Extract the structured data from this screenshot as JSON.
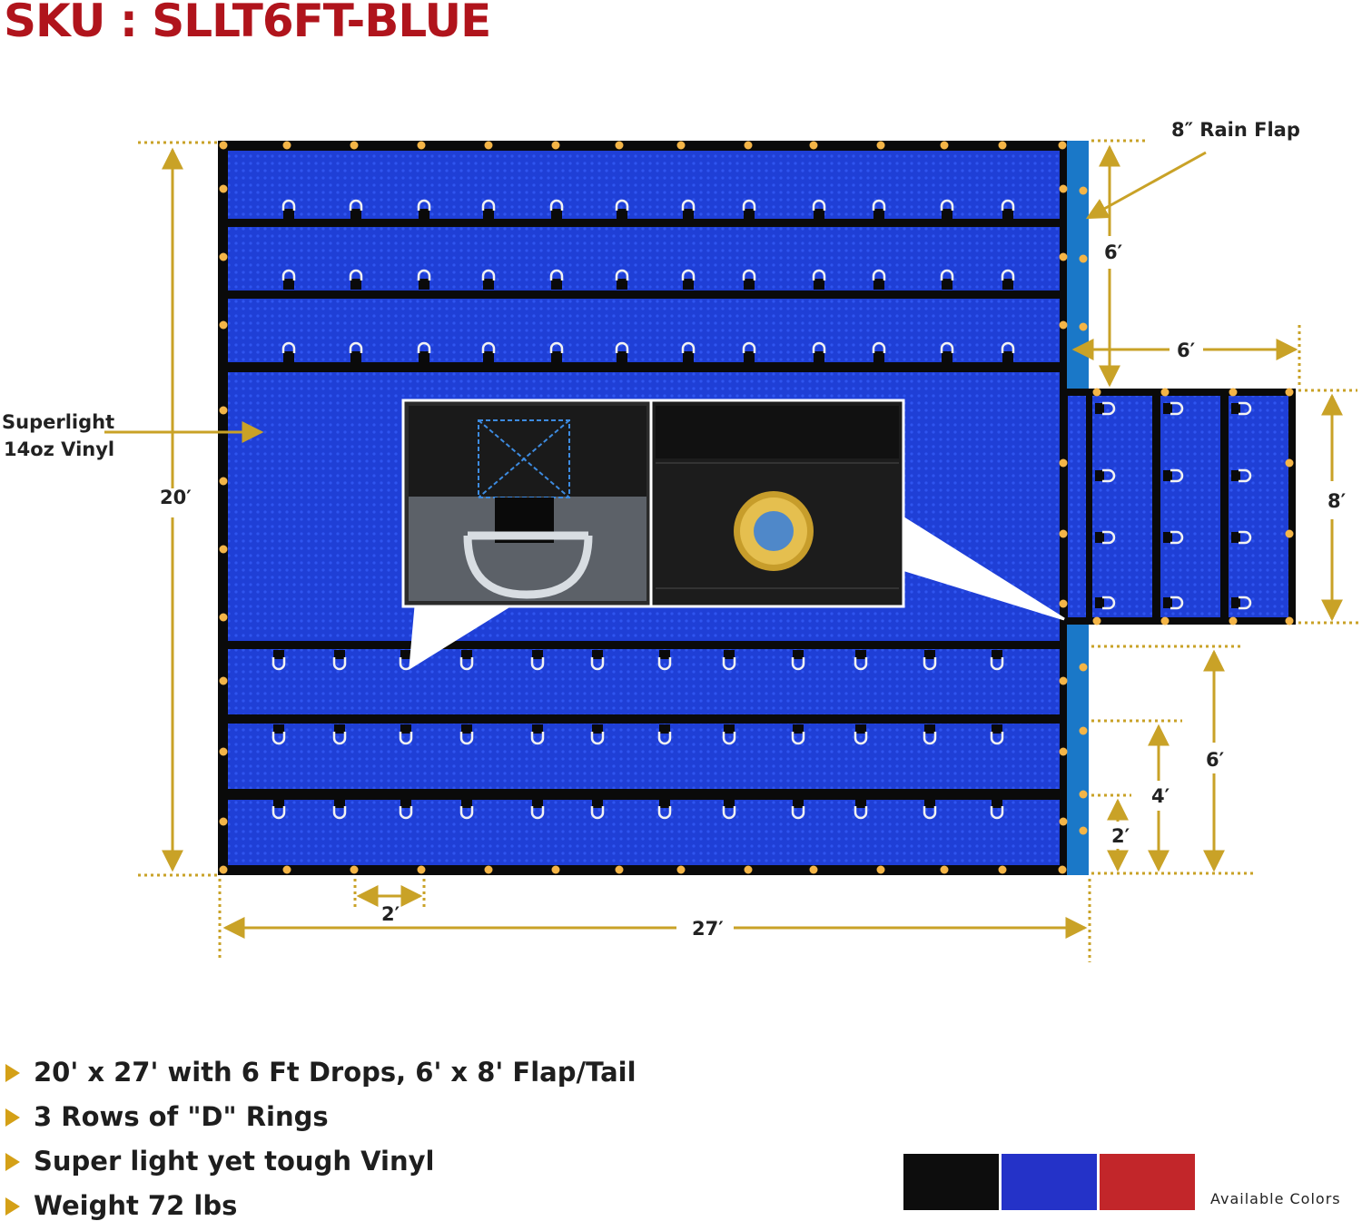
{
  "sku": "SKU : SLLT6FT-BLUE",
  "labels": {
    "material_line1": "Superlight",
    "material_line2": "14oz Vinyl",
    "rain_flap": "8″ Rain Flap"
  },
  "dimensions": {
    "height": "20′",
    "width": "27′",
    "ring_spacing": "2′",
    "drop_top": "6′",
    "flap_length": "6′",
    "flap_width": "8′",
    "drop_bottom": "6′",
    "row_4": "4′",
    "row_2": "2′"
  },
  "features": [
    "20' x 27' with 6 Ft Drops, 6' x 8' Flap/Tail",
    "3 Rows of \"D\" Rings",
    "Super light yet tough Vinyl",
    "Weight 72 lbs"
  ],
  "available_colors_label": "Available Colors",
  "colors": [
    {
      "name": "black",
      "hex": "#0d0d0d"
    },
    {
      "name": "blue",
      "hex": "#2432c8"
    },
    {
      "name": "red",
      "hex": "#c2262a"
    }
  ],
  "palette": {
    "tarp_blue": "#1f3fd6",
    "rain_flap_blue": "#1a78c8",
    "dimension_gold": "#c9a227",
    "grommet": "#f4b547",
    "sku_red": "#b0141c"
  }
}
